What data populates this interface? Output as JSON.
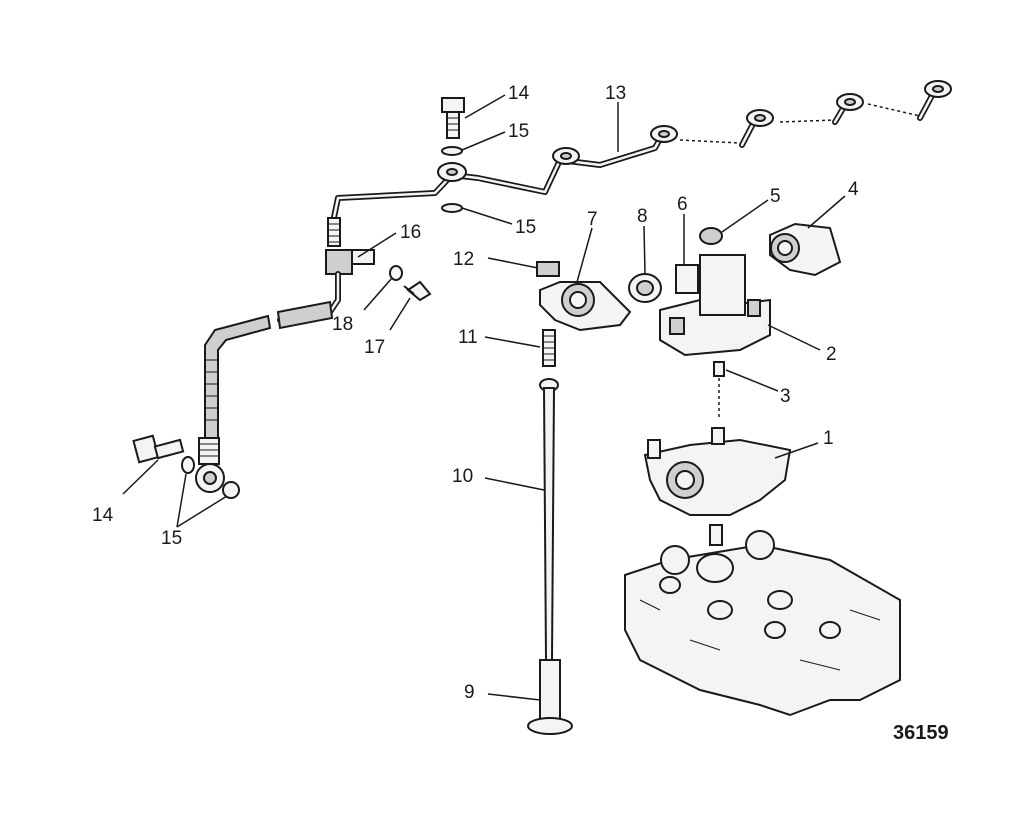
{
  "figure_number": "36159",
  "callouts": [
    {
      "id": "c14a",
      "label": "14"
    },
    {
      "id": "c15a",
      "label": "15"
    },
    {
      "id": "c13",
      "label": "13"
    },
    {
      "id": "c15b",
      "label": "15"
    },
    {
      "id": "c16",
      "label": "16"
    },
    {
      "id": "c12",
      "label": "12"
    },
    {
      "id": "c7",
      "label": "7"
    },
    {
      "id": "c8",
      "label": "8"
    },
    {
      "id": "c6",
      "label": "6"
    },
    {
      "id": "c5",
      "label": "5"
    },
    {
      "id": "c4",
      "label": "4"
    },
    {
      "id": "c18",
      "label": "18"
    },
    {
      "id": "c17",
      "label": "17"
    },
    {
      "id": "c11",
      "label": "11"
    },
    {
      "id": "c2",
      "label": "2"
    },
    {
      "id": "c3",
      "label": "3"
    },
    {
      "id": "c1",
      "label": "1"
    },
    {
      "id": "c10",
      "label": "10"
    },
    {
      "id": "c14b",
      "label": "14"
    },
    {
      "id": "c15c",
      "label": "15"
    },
    {
      "id": "c9",
      "label": "9"
    }
  ]
}
